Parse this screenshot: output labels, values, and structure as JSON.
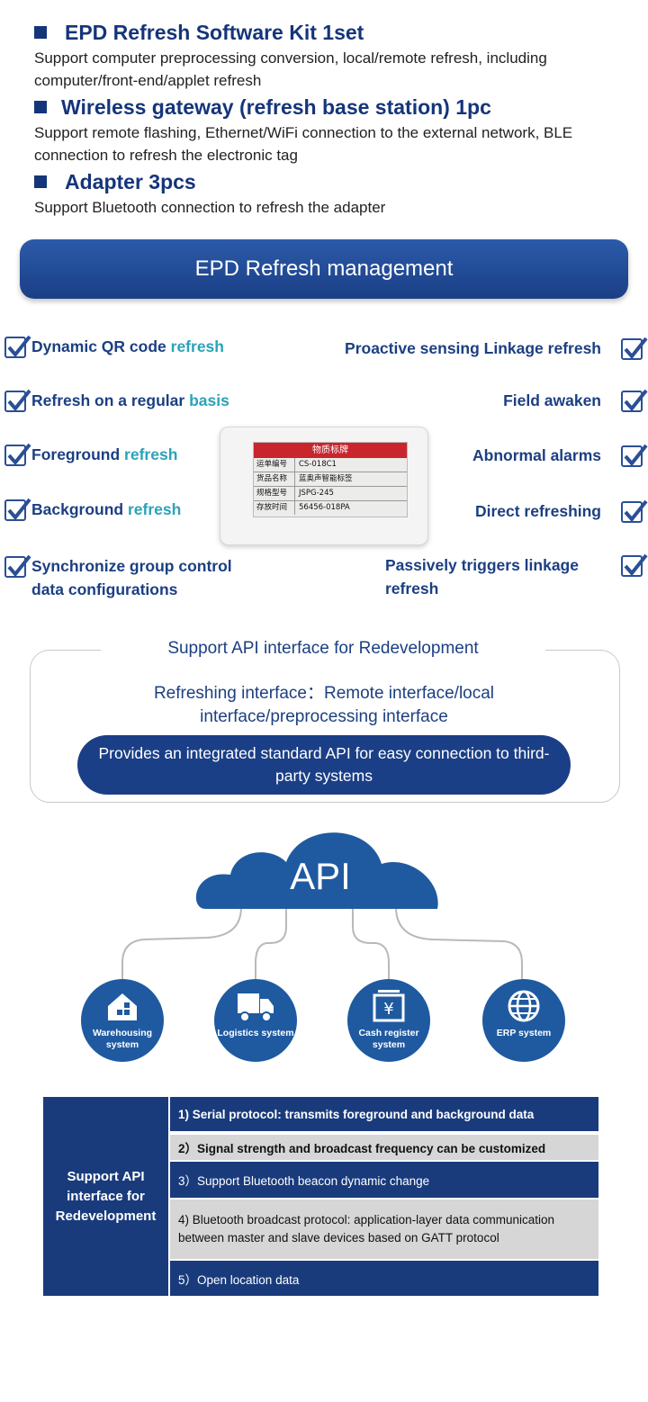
{
  "kit": [
    {
      "title": "EPD Refresh Software Kit 1set",
      "desc": "Support computer preprocessing conversion, local/remote refresh, including computer/front-end/applet  refresh"
    },
    {
      "title": "Wireless gateway (refresh base station) 1pc",
      "desc": "Support remote flashing, Ethernet/WiFi connection to the external network, BLE connection to refresh the electronic tag"
    },
    {
      "title": "Adapter 3pcs",
      "desc": "Support Bluetooth connection to refresh the adapter"
    }
  ],
  "banner": "EPD Refresh management",
  "features": {
    "left": [
      {
        "main": "Dynamic QR code ",
        "hl": "refresh"
      },
      {
        "main": "Refresh on a regular ",
        "hl": "basis"
      },
      {
        "main": "Foreground ",
        "hl": "refresh"
      },
      {
        "main": "Background ",
        "hl": "refresh"
      },
      {
        "main": "Synchronize group control data configurations",
        "hl": ""
      }
    ],
    "right": [
      {
        "main": "Proactive sensing Linkage refresh",
        "hl": ""
      },
      {
        "main": "Field awaken",
        "hl": ""
      },
      {
        "main": "Abnormal alarms",
        "hl": ""
      },
      {
        "main": "Direct refreshing",
        "hl": ""
      },
      {
        "main": "Passively triggers linkage refresh",
        "hl": ""
      }
    ]
  },
  "label_screen": {
    "header": "物质标牌",
    "rows": [
      {
        "k": "运单编号",
        "v": "CS-018C1"
      },
      {
        "k": "货品名称",
        "v": "蓝奥声智能标签"
      },
      {
        "k": "规格型号",
        "v": "JSPG-245"
      },
      {
        "k": "存放时间",
        "v": "56456-018PA"
      }
    ]
  },
  "api_support": {
    "title": "Support API interface for Redevelopment",
    "refresh_interface": "Refreshing interface：Remote interface/local interface/preprocessing interface",
    "pill": "Provides an integrated standard API for easy connection to third-party systems"
  },
  "cloud": {
    "label": "API",
    "systems": [
      {
        "name": "Warehousing system",
        "icon": "house-icon"
      },
      {
        "name": "Logistics system",
        "icon": "truck-icon"
      },
      {
        "name": "Cash register system",
        "icon": "cash-register-icon"
      },
      {
        "name": "ERP system",
        "icon": "globe-icon"
      }
    ]
  },
  "table": {
    "left_header": "Support API interface for Redevelopment",
    "rows": [
      "1) Serial protocol: transmits foreground and background data",
      "2）Signal strength and broadcast frequency can be customized",
      "3）Support  Bluetooth  beacon dynamic change",
      "4) Bluetooth broadcast protocol:  application-layer data communication between master and slave devices based on GATT protocol",
      "5）Open location data"
    ]
  },
  "colors": {
    "navy": "#193b7c",
    "teal": "#2ba3b8",
    "grey_row": "#d6d6d6",
    "system_blue": "#1f5aa0"
  }
}
